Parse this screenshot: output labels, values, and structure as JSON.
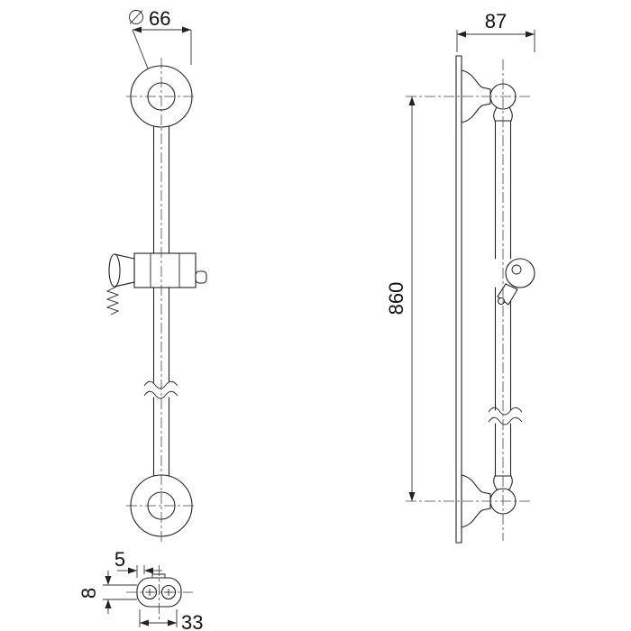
{
  "drawing": {
    "background": "#ffffff",
    "line_color": "#222222",
    "dimensions": {
      "flange_diameter_symbol": "⌀",
      "flange_diameter": "66",
      "wall_distance": "87",
      "bar_length": "860",
      "bracket_offset": "5",
      "bracket_height": "8",
      "bracket_width": "33"
    }
  }
}
